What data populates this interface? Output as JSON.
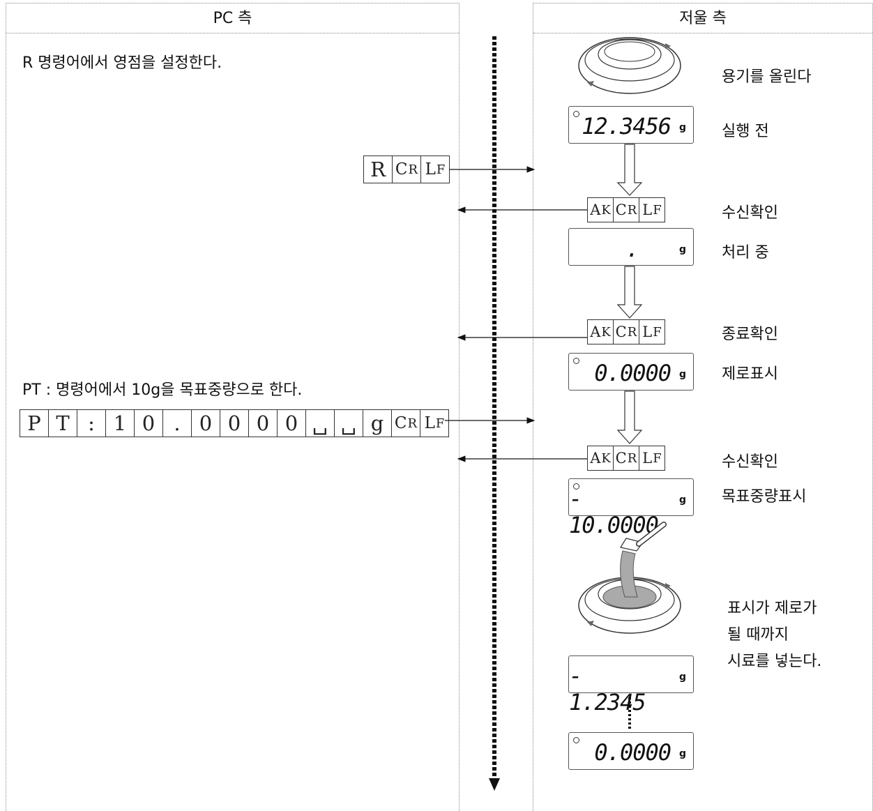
{
  "columns": {
    "pc": "PC 측",
    "balance": "저울 측"
  },
  "pc_side": {
    "step1": "R 명령어에서 영점을 설정한다.",
    "step2": "PT : 명령어에서 10g을 목표중량으로 한다."
  },
  "commands": {
    "r_cmd": [
      "R",
      "C|R",
      "L|F"
    ],
    "pt_cmd": [
      "P",
      "T",
      ":",
      "1",
      "0",
      ".",
      "0",
      "0",
      "0",
      "0",
      "␣",
      "␣",
      "g",
      "C|R",
      "L|F"
    ],
    "ack1": [
      "A|K",
      "C|R",
      "L|F"
    ],
    "ack2": [
      "A|K",
      "C|R",
      "L|F"
    ],
    "ack3": [
      "A|K",
      "C|R",
      "L|F"
    ]
  },
  "balance_side": {
    "container_label": "용기를 올린다",
    "before_label": "실행 전",
    "ack1_label": "수신확인",
    "processing_label": "처리 중",
    "done_label": "종료확인",
    "zero_label": "제로표시",
    "ack2_label": "수신확인",
    "target_label": "목표중량표시",
    "sample_label_1": "표시가 제로가",
    "sample_label_2": "될 때까지",
    "sample_label_3": "시료를 넣는다."
  },
  "displays": {
    "before": "12.3456",
    "processing": ".",
    "zero": "0.0000",
    "target": "- 10.0000",
    "filling": "- 1.2345",
    "final": "0.0000",
    "unit": "g"
  }
}
